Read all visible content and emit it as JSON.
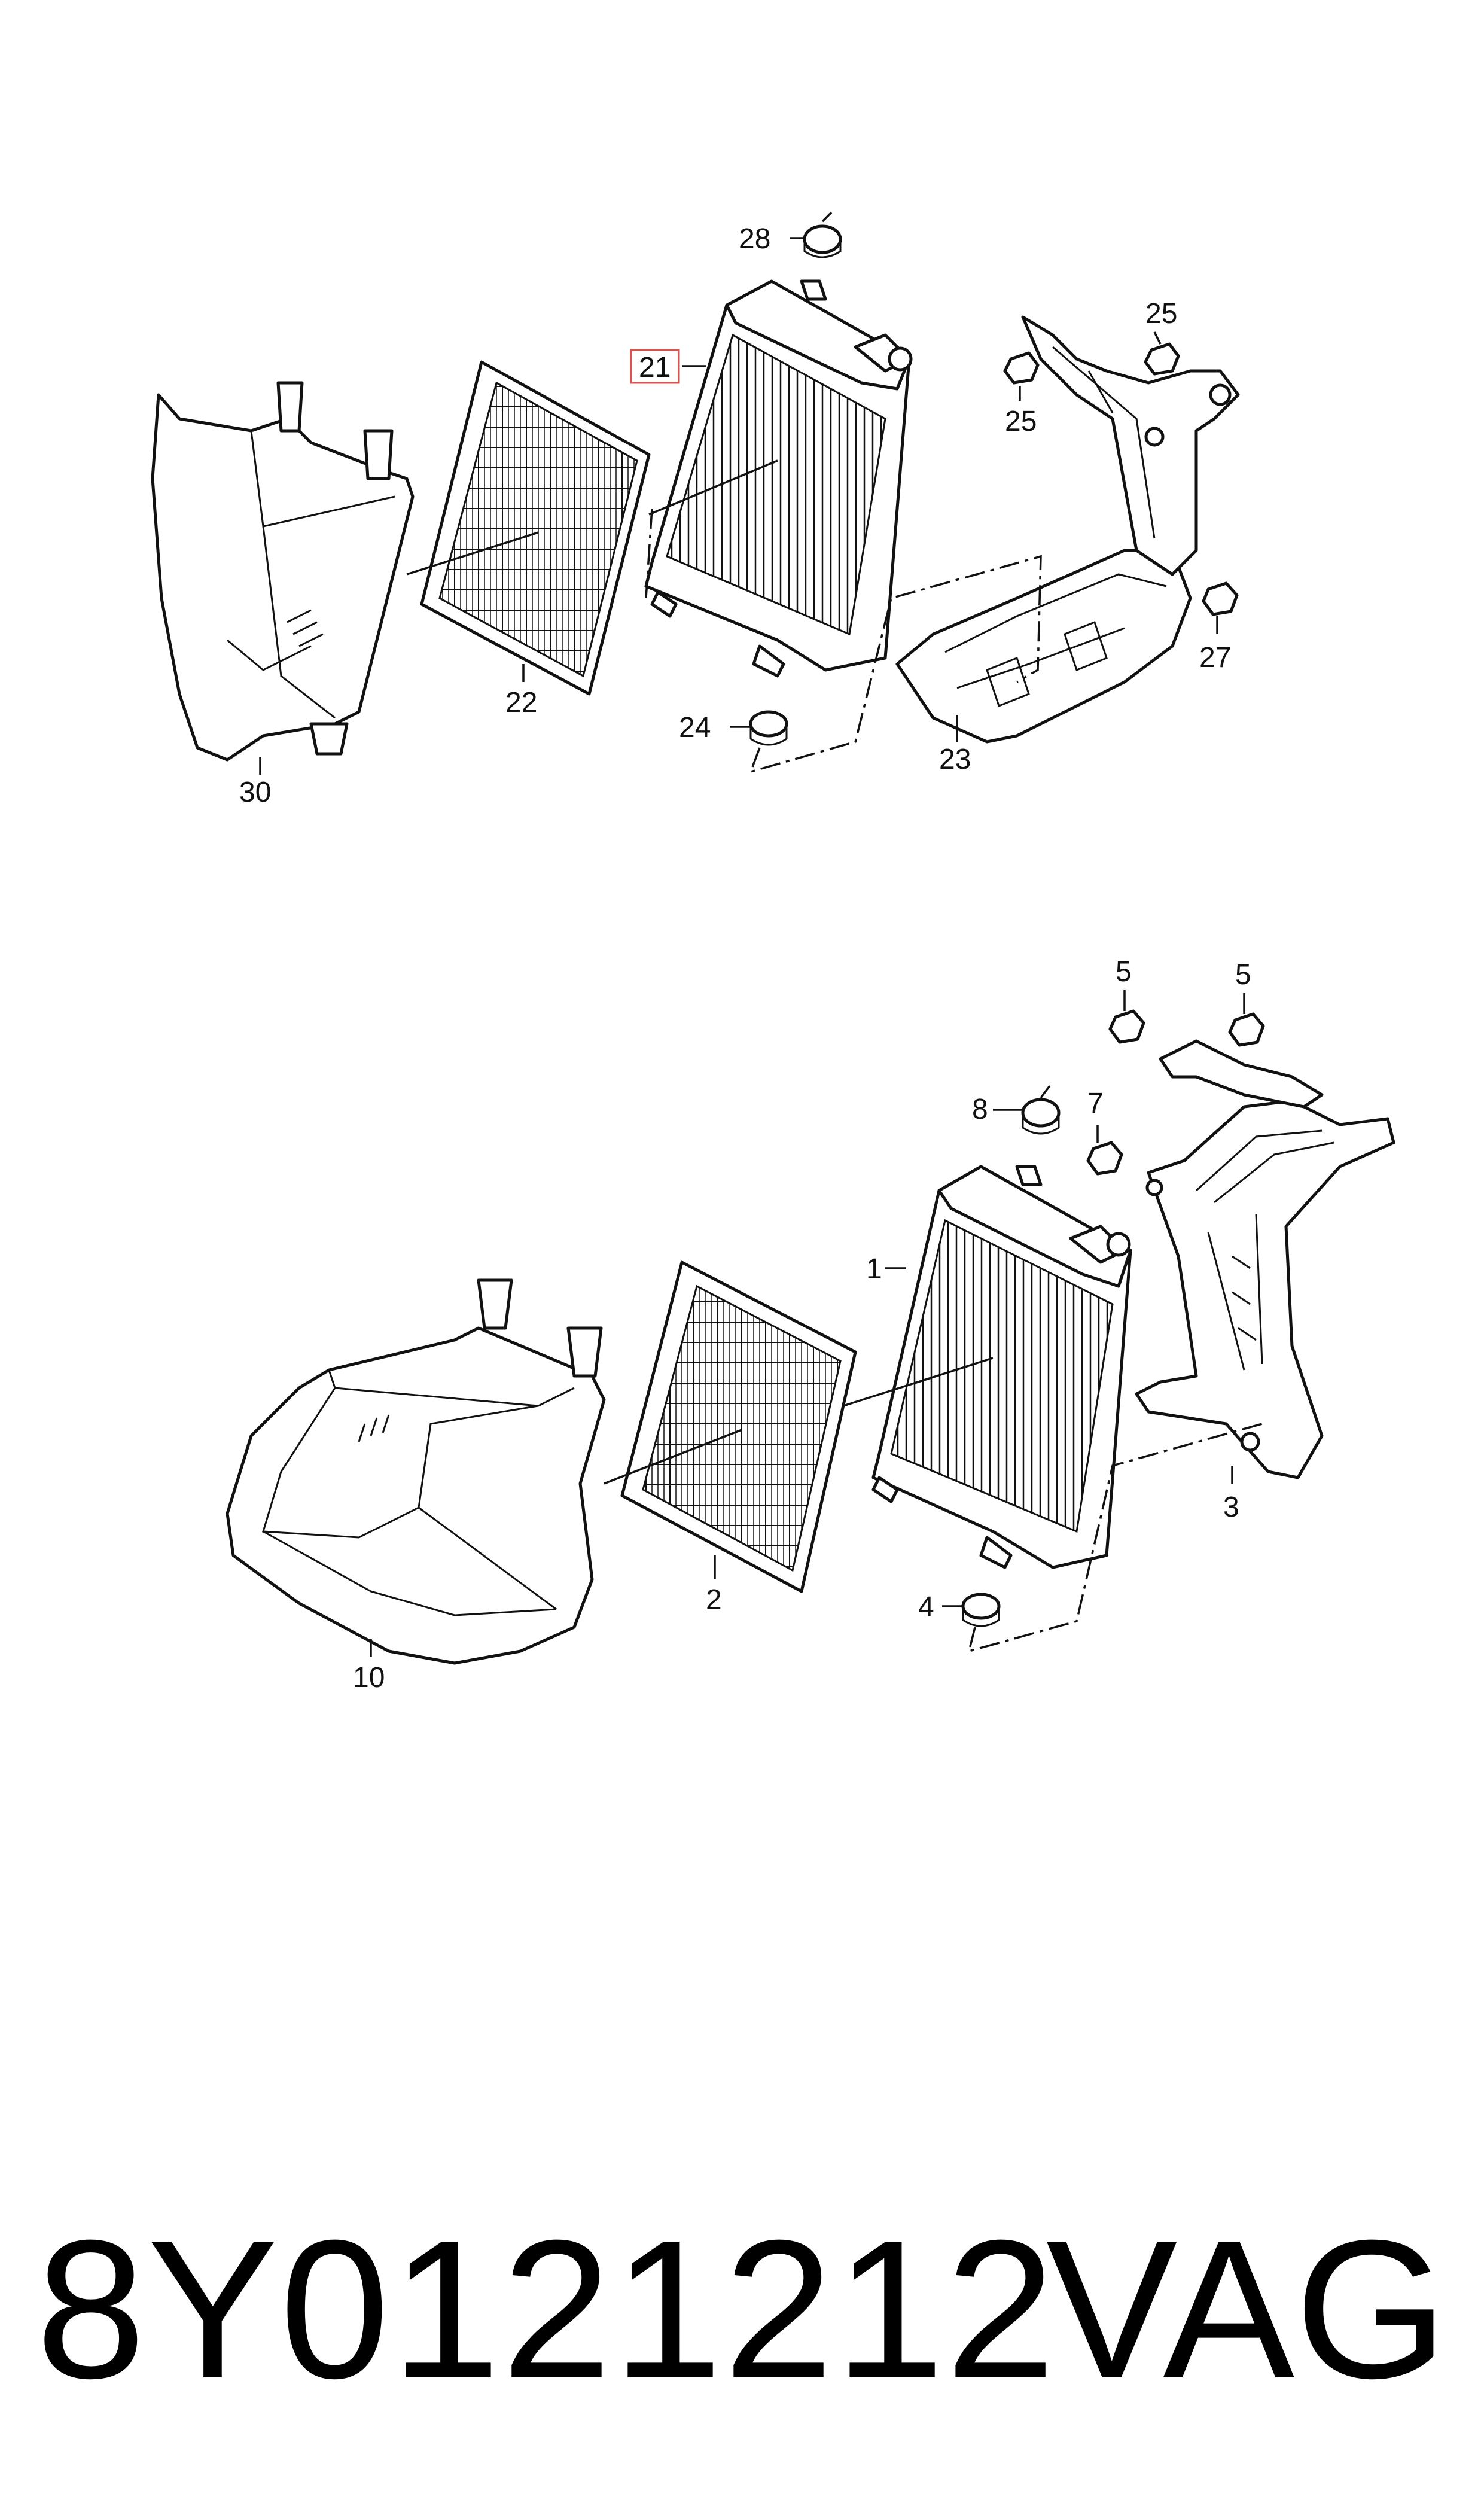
{
  "upper_assembly": {
    "labels": {
      "c30": "30",
      "c22": "22",
      "c21": "21",
      "c28": "28",
      "c24": "24",
      "c23": "23",
      "c25a": "25",
      "c25b": "25",
      "c27": "27"
    },
    "highlighted_callout": "21",
    "highlight_color": "#d9534f"
  },
  "lower_assembly": {
    "labels": {
      "c10": "10",
      "c2": "2",
      "c1": "1",
      "c8": "8",
      "c4": "4",
      "c3": "3",
      "c7": "7",
      "c5a": "5",
      "c5b": "5"
    }
  },
  "footer": {
    "part_number": "8Y0121212",
    "brand": "VAG"
  }
}
